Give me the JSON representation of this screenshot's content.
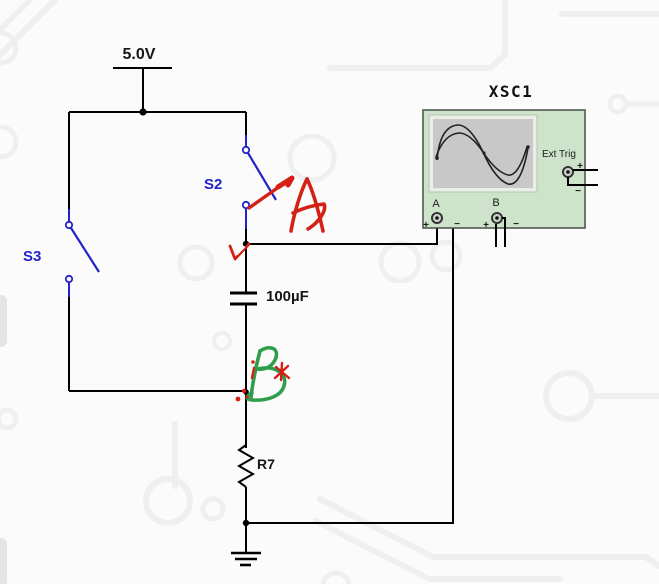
{
  "canvas": {
    "background_color": "#fbfbfb",
    "pcb_trace_color": "#efefef"
  },
  "colors": {
    "wire": "#000000",
    "switch_blue": "#2323cb",
    "annotation_red": "#d42015",
    "annotation_green": "#2f9e4c",
    "scope_body_fill": "#cde4ca",
    "scope_border": "#4e5b4e",
    "scope_screen_fill": "#c8c8c8"
  },
  "components": {
    "power_source": {
      "label": "5.0V"
    },
    "switch_s2": {
      "label": "S2"
    },
    "switch_s3": {
      "label": "S3"
    },
    "capacitor": {
      "label": "100µF"
    },
    "resistor": {
      "label": "R7"
    }
  },
  "oscilloscope": {
    "label": "XSC1",
    "ext_trig_label": "Ext Trig",
    "channel_a": {
      "label": "A",
      "plus": "+",
      "minus": "−"
    },
    "channel_b": {
      "label": "B",
      "plus": "+",
      "minus": "−"
    },
    "ext_trig": {
      "plus": "+",
      "minus": "−"
    }
  },
  "annotations": {
    "node_a": {
      "letter": "A",
      "color": "#d42015"
    },
    "node_b": {
      "letter": "B",
      "color": "#2f9e4c"
    }
  }
}
